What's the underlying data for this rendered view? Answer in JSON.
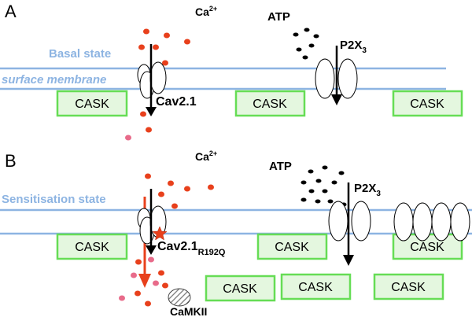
{
  "panel_a": {
    "letter": "A",
    "ca_label": "Ca",
    "ca_sup": "2+",
    "atp_label": "ATP",
    "p2x_label": "P2X",
    "p2x_sub": "3",
    "state_label": "Basal state",
    "membrane_label": "surface membrane",
    "cav_label": "Cav2.1",
    "cask_label": "CASK"
  },
  "panel_b": {
    "letter": "B",
    "ca_label": "Ca",
    "ca_sup": "2+",
    "atp_label": "ATP",
    "p2x_label": "P2X",
    "p2x_sub": "3",
    "state_label": "Sensitisation state",
    "cav_label": "Cav2.1",
    "cav_sub": "R192Q",
    "cask_label": "CASK",
    "camkii_label": "CaMKII"
  },
  "colors": {
    "membrane": "#8db4e2",
    "cask_border": "#66dd55",
    "cask_fill": "#e4f7df",
    "calcium": "#e8401c",
    "pink_ion": "#e86b8a",
    "red_arrow": "#e8401c",
    "star": "#e8401c"
  }
}
